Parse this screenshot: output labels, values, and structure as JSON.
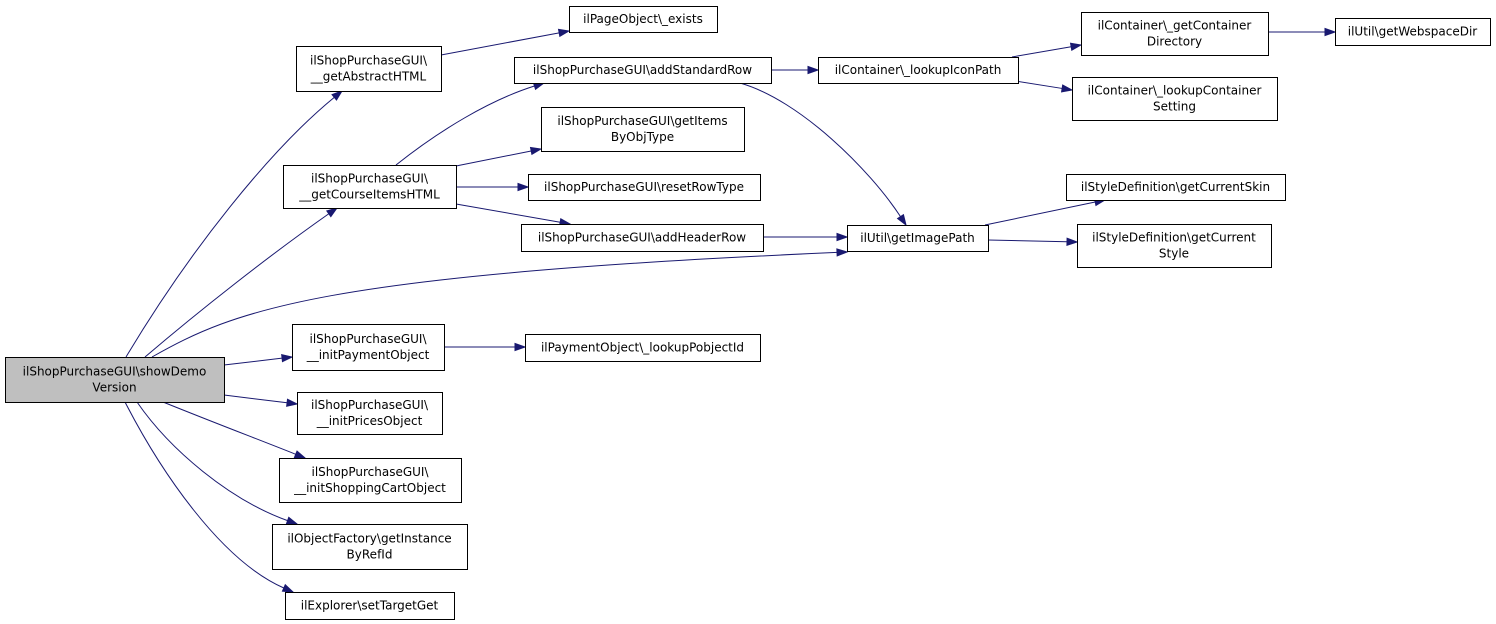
{
  "colors": {
    "edge": "#191970",
    "root_fill": "#bfbfbf",
    "node_fill": "#ffffff",
    "node_stroke": "#000000"
  },
  "nodes": [
    {
      "id": "showDemoVersion",
      "lines": [
        "ilShopPurchaseGUI\\showDemo",
        "Version"
      ],
      "root": true
    },
    {
      "id": "getAbstractHTML",
      "lines": [
        "ilShopPurchaseGUI\\",
        "__getAbstractHTML"
      ]
    },
    {
      "id": "pageObjectExists",
      "lines": [
        "ilPageObject\\_exists"
      ]
    },
    {
      "id": "getCourseItemsHTML",
      "lines": [
        "ilShopPurchaseGUI\\",
        "__getCourseItemsHTML"
      ]
    },
    {
      "id": "addStandardRow",
      "lines": [
        "ilShopPurchaseGUI\\addStandardRow"
      ]
    },
    {
      "id": "lookupIconPath",
      "lines": [
        "ilContainer\\_lookupIconPath"
      ]
    },
    {
      "id": "getContainerDirectory",
      "lines": [
        "ilContainer\\_getContainer",
        "Directory"
      ]
    },
    {
      "id": "getWebspaceDir",
      "lines": [
        "ilUtil\\getWebspaceDir"
      ]
    },
    {
      "id": "lookupContainerSetting",
      "lines": [
        "ilContainer\\_lookupContainer",
        "Setting"
      ]
    },
    {
      "id": "getItemsByObjType",
      "lines": [
        "ilShopPurchaseGUI\\getItems",
        "ByObjType"
      ]
    },
    {
      "id": "resetRowType",
      "lines": [
        "ilShopPurchaseGUI\\resetRowType"
      ]
    },
    {
      "id": "addHeaderRow",
      "lines": [
        "ilShopPurchaseGUI\\addHeaderRow"
      ]
    },
    {
      "id": "getImagePath",
      "lines": [
        "ilUtil\\getImagePath"
      ]
    },
    {
      "id": "getCurrentSkin",
      "lines": [
        "ilStyleDefinition\\getCurrentSkin"
      ]
    },
    {
      "id": "getCurrentStyle",
      "lines": [
        "ilStyleDefinition\\getCurrent",
        "Style"
      ]
    },
    {
      "id": "initPaymentObject",
      "lines": [
        "ilShopPurchaseGUI\\",
        "__initPaymentObject"
      ]
    },
    {
      "id": "lookupPobjectId",
      "lines": [
        "ilPaymentObject\\_lookupPobjectId"
      ]
    },
    {
      "id": "initPricesObject",
      "lines": [
        "ilShopPurchaseGUI\\",
        "__initPricesObject"
      ]
    },
    {
      "id": "initShoppingCartObject",
      "lines": [
        "ilShopPurchaseGUI\\",
        "__initShoppingCartObject"
      ]
    },
    {
      "id": "getInstanceByRefId",
      "lines": [
        "ilObjectFactory\\getInstance",
        "ByRefId"
      ]
    },
    {
      "id": "setTargetGet",
      "lines": [
        "ilExplorer\\setTargetGet"
      ]
    }
  ],
  "edges": [
    {
      "from": "showDemoVersion",
      "to": "getAbstractHTML"
    },
    {
      "from": "showDemoVersion",
      "to": "getCourseItemsHTML"
    },
    {
      "from": "showDemoVersion",
      "to": "getImagePath"
    },
    {
      "from": "showDemoVersion",
      "to": "initPaymentObject"
    },
    {
      "from": "showDemoVersion",
      "to": "initPricesObject"
    },
    {
      "from": "showDemoVersion",
      "to": "initShoppingCartObject"
    },
    {
      "from": "showDemoVersion",
      "to": "getInstanceByRefId"
    },
    {
      "from": "showDemoVersion",
      "to": "setTargetGet"
    },
    {
      "from": "getAbstractHTML",
      "to": "pageObjectExists"
    },
    {
      "from": "getCourseItemsHTML",
      "to": "addStandardRow"
    },
    {
      "from": "getCourseItemsHTML",
      "to": "getItemsByObjType"
    },
    {
      "from": "getCourseItemsHTML",
      "to": "resetRowType"
    },
    {
      "from": "getCourseItemsHTML",
      "to": "addHeaderRow"
    },
    {
      "from": "addStandardRow",
      "to": "lookupIconPath"
    },
    {
      "from": "addStandardRow",
      "to": "getImagePath"
    },
    {
      "from": "lookupIconPath",
      "to": "getContainerDirectory"
    },
    {
      "from": "lookupIconPath",
      "to": "lookupContainerSetting"
    },
    {
      "from": "getContainerDirectory",
      "to": "getWebspaceDir"
    },
    {
      "from": "addHeaderRow",
      "to": "getImagePath"
    },
    {
      "from": "getImagePath",
      "to": "getCurrentSkin"
    },
    {
      "from": "getImagePath",
      "to": "getCurrentStyle"
    },
    {
      "from": "initPaymentObject",
      "to": "lookupPobjectId"
    }
  ]
}
